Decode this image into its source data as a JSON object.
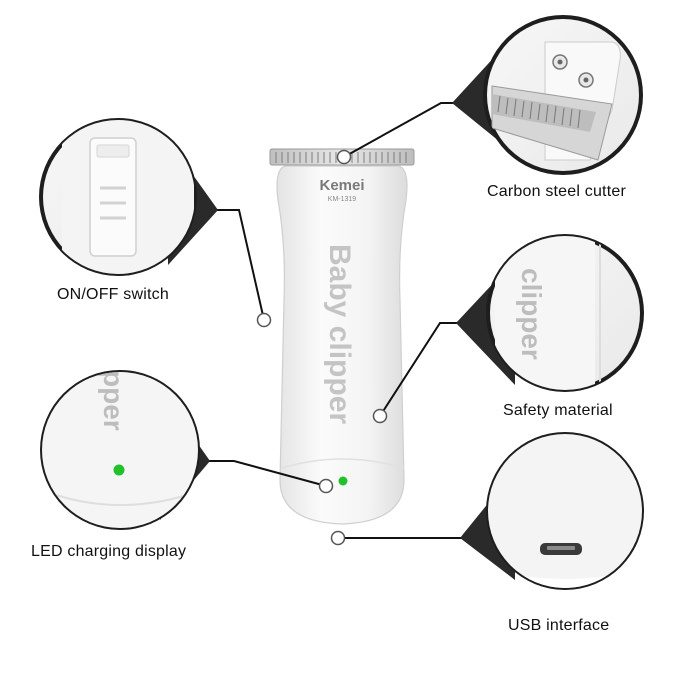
{
  "product": {
    "brand": "Kemei",
    "model": "KM-1319",
    "body_text": "Baby clipper"
  },
  "features": [
    {
      "key": "cutter",
      "label": "Carbon steel cutter"
    },
    {
      "key": "switch",
      "label": "ON/OFF switch"
    },
    {
      "key": "material",
      "label": "Safety material"
    },
    {
      "key": "led",
      "label": "LED charging display"
    },
    {
      "key": "usb",
      "label": "USB interface"
    }
  ],
  "detail_texts": {
    "material_closeup": "clipper",
    "led_closeup": "pper"
  },
  "colors": {
    "body": "#f1f1f1",
    "outline": "#222222",
    "led": "#22c02a",
    "embossed_text": "#bdbdbd",
    "label_text": "#111111"
  }
}
